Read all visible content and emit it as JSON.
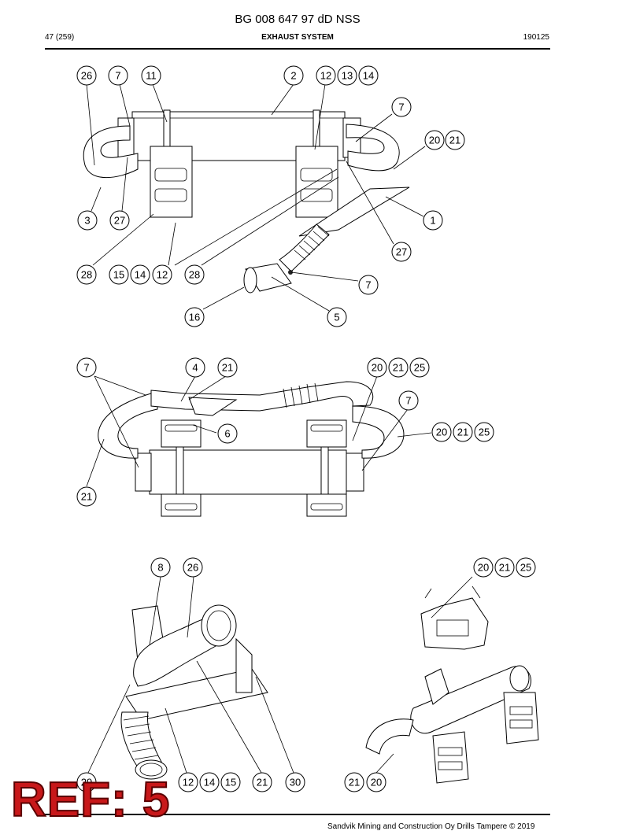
{
  "header": {
    "doc_title": "BG 008 647 97 dD NSS",
    "page": "47 (259)",
    "section": "EXHAUST SYSTEM",
    "date_code": "190125"
  },
  "footer": {
    "copyright": "Sandvik Mining and Construction Oy Drills Tampere © 2019"
  },
  "stamp": {
    "text": "REF: 5",
    "color": "#c8181a"
  },
  "views": {
    "top": [
      "26",
      "7",
      "11",
      "2",
      "12",
      "13",
      "14",
      "7",
      "20",
      "21",
      "1",
      "27",
      "3",
      "27",
      "28",
      "15",
      "14",
      "12",
      "28",
      "7",
      "16",
      "5"
    ],
    "middle": [
      "7",
      "4",
      "21",
      "20",
      "21",
      "25",
      "7",
      "6",
      "20",
      "21",
      "25",
      "21"
    ],
    "bottom": [
      "8",
      "26",
      "20",
      "21",
      "25",
      "29",
      "12",
      "14",
      "15",
      "21",
      "30",
      "21",
      "20"
    ]
  }
}
